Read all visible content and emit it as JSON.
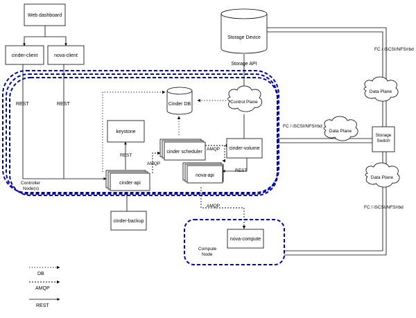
{
  "nodes": {
    "web_dashboard": "Web dashboard",
    "cinder_client": "cinder-client",
    "nova_client": "nova-client",
    "storage_device": "Storage Device",
    "keystone": "keystone",
    "cinder_db": "Cinder DB",
    "cinder_scheduler": "cinder scheduler",
    "cinder_volume": "cinder-volume",
    "cinder_api": "cinder-api",
    "nova_api": "nova-api",
    "cinder_backup": "cinder-backup",
    "nova_compute": "nova-compute",
    "storage_switch_line1": "Storage",
    "storage_switch_line2": "Switch"
  },
  "clouds": {
    "control_plane": "Control Plane",
    "data_plane_top": "Data Plane",
    "data_plane_mid": "Data Plane",
    "data_plane_bottom": "Data Plane"
  },
  "labels": {
    "rest_left": "REST",
    "rest_mid": "REST",
    "storage_api": "Storage API",
    "fc_top": "FC / iSCSI/NFS/rbd",
    "fc_mid": "FC / iSCSI/NFS/rbd",
    "fc_bottom": "FC / iSCSI/NFS/rbd",
    "rest_keystone": "REST",
    "amqp_api_sched": "AMQP",
    "amqp_sched_vol": "AMQP",
    "rest_vol_nova": "REST",
    "amqp_nova_compute": "AMQP",
    "controller_node_line1": "Controller",
    "controller_node_line2": "Node(s)",
    "compute_node_line1": "Compute",
    "compute_node_line2": "Node"
  },
  "legend": {
    "db": "DB",
    "amqp": "AMQP",
    "rest": "REST"
  },
  "colors": {
    "node_boundary": "#0000b3",
    "stroke": "#000000",
    "background": "#ffffff"
  }
}
